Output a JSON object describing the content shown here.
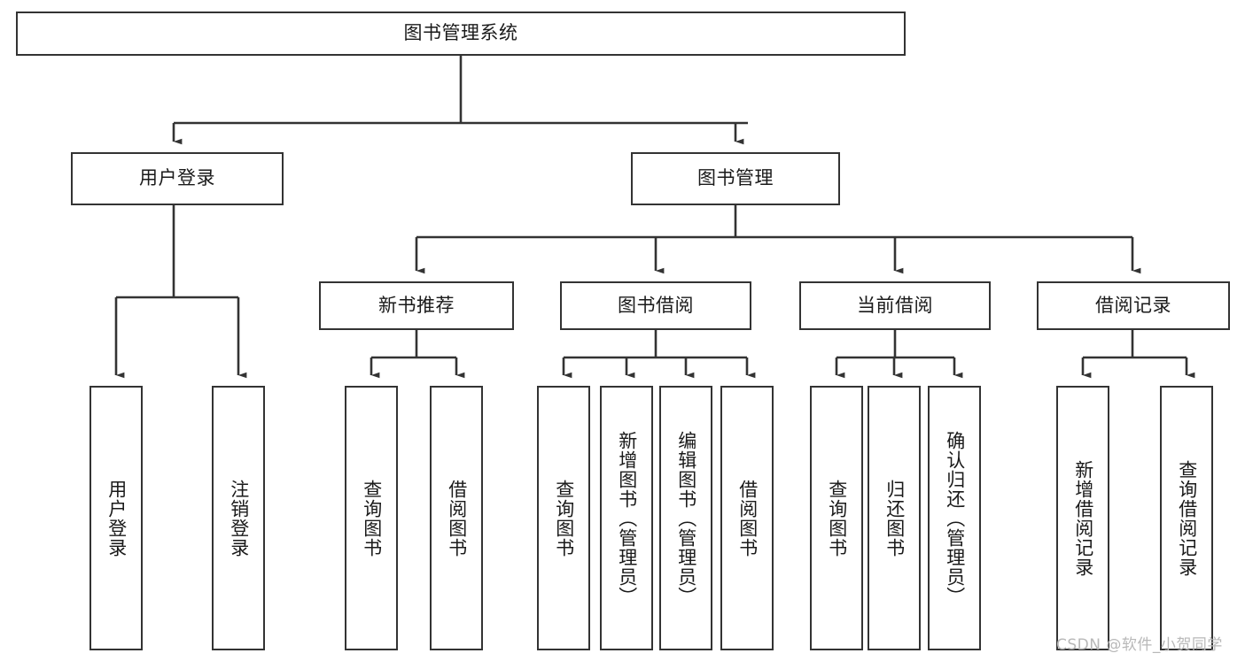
{
  "diagram": {
    "title": "图书管理系统",
    "type": "hierarchy-tree",
    "stroke_color": "#333333",
    "fill_color": "#ffffff",
    "text_color": "#1a1a1a",
    "root": {
      "label": "图书管理系统"
    },
    "level2": [
      {
        "label": "用户登录"
      },
      {
        "label": "图书管理"
      }
    ],
    "level3": [
      {
        "label": "新书推荐"
      },
      {
        "label": "图书借阅"
      },
      {
        "label": "当前借阅"
      },
      {
        "label": "借阅记录"
      }
    ],
    "leaves": {
      "user_login": [
        {
          "label": "用户登录"
        },
        {
          "label": "注销登录"
        }
      ],
      "new_book_recommend": [
        {
          "label": "查询图书"
        },
        {
          "label": "借阅图书"
        }
      ],
      "book_borrow": [
        {
          "label": "查询图书"
        },
        {
          "label": "新增图书（管理员）"
        },
        {
          "label": "编辑图书（管理员）"
        },
        {
          "label": "借阅图书"
        }
      ],
      "current_borrow": [
        {
          "label": "查询图书"
        },
        {
          "label": "归还图书"
        },
        {
          "label": "确认归还（管理员）"
        }
      ],
      "borrow_record": [
        {
          "label": "新增借阅记录"
        },
        {
          "label": "查询借阅记录"
        }
      ]
    }
  },
  "watermark": {
    "text": "CSDN @软件_小贺同学"
  }
}
